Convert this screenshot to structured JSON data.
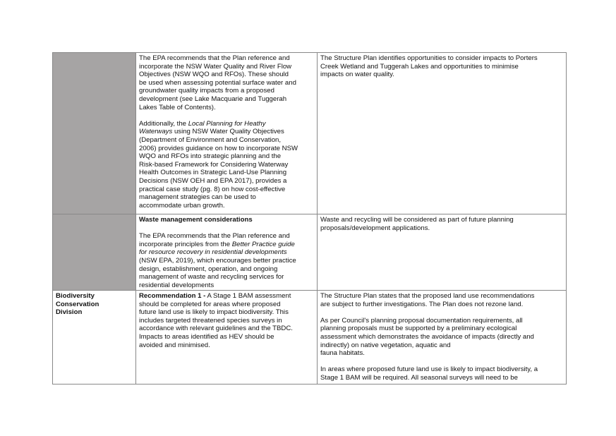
{
  "rows": [
    {
      "col2": {
        "p1": [
          "The EPA recommends that the Plan reference and",
          "incorporate the NSW Water Quality and River Flow",
          "Objectives (NSW WQO and RFOs). These should",
          "be used when assessing potential surface water and",
          "groundwater quality impacts from a proposed",
          "development (see Lake Macquarie and Tuggerah",
          "Lakes Table of Contents)."
        ],
        "p2_l1_a": "Additionally, the ",
        "p2_l1_i": "Local Planning for Heathy",
        "p2_l2_i": "Waterways",
        "p2_l2_b": " using NSW Water Quality Objectives",
        "p2": [
          "(Department of Environment and Conservation,",
          "2006) provides guidance on how to incorporate NSW",
          "WQO and RFOs into strategic planning and the",
          "Risk-based Framework for Considering Waterway",
          "Health Outcomes in Strategic Land-Use Planning",
          "Decisions (NSW OEH and EPA 2017), provides a",
          "practical case study (pg. 8) on how cost-effective",
          "management strategies can be used to",
          "accommodate urban growth."
        ]
      },
      "col3": [
        "The Structure Plan identifies opportunities to consider impacts to Porters",
        "Creek Wetland and Tuggerah Lakes and opportunities to minimise",
        "impacts on water quality."
      ]
    },
    {
      "col2": {
        "heading": "Waste management considerations",
        "l1": "The EPA recommends that the Plan reference and",
        "l2_a": "incorporate principles from the ",
        "l2_i": "Better Practice guide",
        "l3_i": "for resource recovery in residential developments",
        "rest": [
          "(NSW EPA, 2019), which encourages better practice",
          "design, establishment, operation, and ongoing",
          "management of waste and recycling services for",
          "residential developments"
        ]
      },
      "col3": [
        "Waste and recycling will be considered as part of future planning",
        "proposals/development applications."
      ]
    },
    {
      "col1": [
        "Biodiversity",
        "Conservation",
        "Division"
      ],
      "col2": {
        "bold": "Recommendation 1 -",
        "l1_rest": " A Stage 1 BAM assessment",
        "rest": [
          "should be completed for areas where proposed",
          "future land use is likely to impact biodiversity. This",
          "includes targeted threatened species surveys in",
          "accordance with relevant guidelines and the TBDC.",
          "Impacts to areas identified as HEV should be",
          "avoided and minimised."
        ]
      },
      "col3": {
        "p1": [
          "The Structure Plan states that the proposed land use recommendations",
          "are subject to further investigations. The Plan does not rezone land."
        ],
        "p2": [
          "As per Council's planning proposal documentation requirements, all",
          "planning proposals must be supported by a preliminary ecological",
          "assessment which demonstrates the avoidance of impacts (directly and",
          "indirectly) on native vegetation, aquatic and",
          "fauna habitats."
        ],
        "p3": [
          "In areas where proposed future land use is likely to impact biodiversity, a",
          "Stage 1 BAM will be required. All seasonal surveys will need to be"
        ]
      }
    }
  ]
}
